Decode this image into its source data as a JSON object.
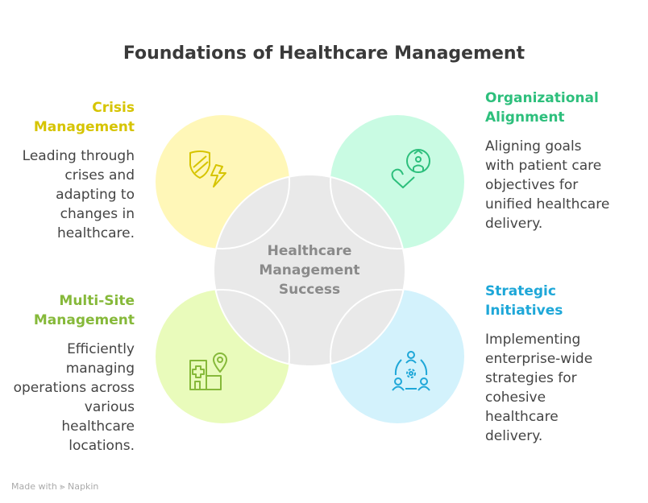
{
  "title": "Foundations of Healthcare Management",
  "center": {
    "label": "Healthcare Management Success"
  },
  "items": [
    {
      "heading": "Crisis Management",
      "description": "Leading through crises and adapting to changes in healthcare.",
      "icon": "shield-lightning-icon",
      "color": "#d6c400",
      "fill": "#fff7b8"
    },
    {
      "heading": "Organizational Alignment",
      "description": "Aligning goals with patient care objectives for unified healthcare delivery.",
      "icon": "heart-person-icon",
      "color": "#2dbf7c",
      "fill": "#c9fbe3"
    },
    {
      "heading": "Multi-Site Management",
      "description": "Efficiently managing operations across various healthcare locations.",
      "icon": "hospital-location-icon",
      "color": "#86b93a",
      "fill": "#e9fbbb"
    },
    {
      "heading": "Strategic Initiatives",
      "description": "Implementing enterprise-wide strategies for cohesive healthcare delivery.",
      "icon": "team-gear-icon",
      "color": "#1ea7d8",
      "fill": "#d3f2fc"
    }
  ],
  "footer": "Made with ⪢ Napkin"
}
